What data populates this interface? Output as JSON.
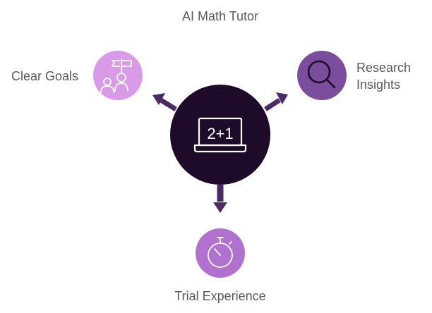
{
  "title": "AI Math Tutor",
  "center": {
    "icon": "laptop-icon",
    "screen_text": "2+1"
  },
  "nodes": {
    "clear_goals": {
      "label": "Clear Goals",
      "icon": "team-goal-flag-icon",
      "color": "#d99ae8"
    },
    "research_insights": {
      "label_line1": "Research",
      "label_line2": "Insights",
      "icon": "magnifier-icon",
      "color": "#7a4e9c"
    },
    "trial_experience": {
      "label": "Trial Experience",
      "icon": "stopwatch-icon",
      "color": "#b071cf"
    }
  },
  "colors": {
    "center": "#1e0b2a",
    "arrows": "#4b2a66"
  }
}
